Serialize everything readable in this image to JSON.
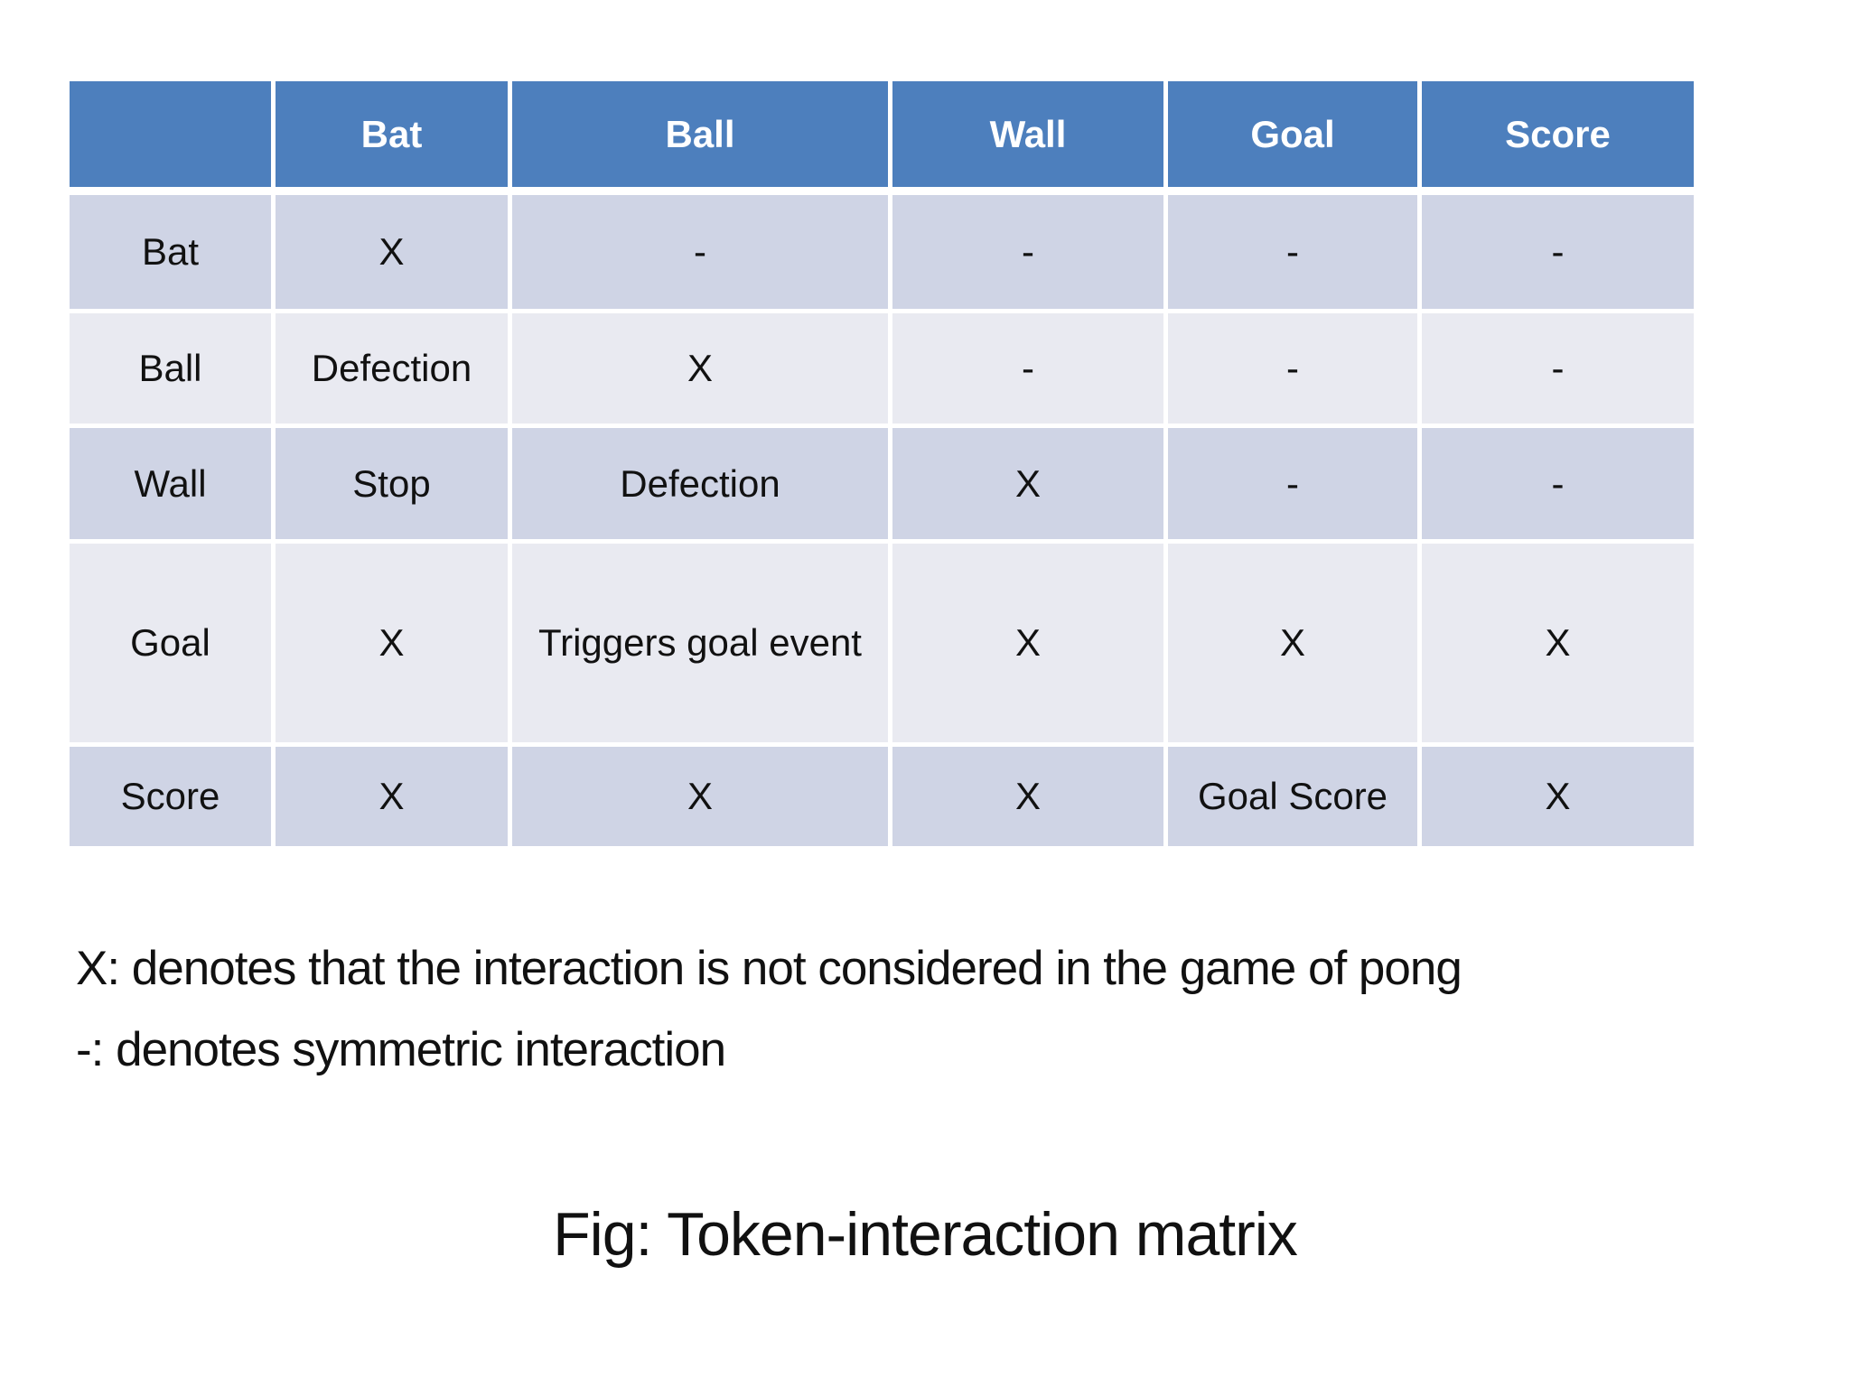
{
  "table": {
    "columns": [
      "",
      "Bat",
      "Ball",
      "Wall",
      "Goal",
      "Score"
    ],
    "rows": [
      {
        "label": "Bat",
        "cells": [
          "X",
          "-",
          "-",
          "-",
          "-"
        ]
      },
      {
        "label": "Ball",
        "cells": [
          "Defection",
          "X",
          "-",
          "-",
          "-"
        ]
      },
      {
        "label": "Wall",
        "cells": [
          "Stop",
          "Defection",
          "X",
          "-",
          "-"
        ]
      },
      {
        "label": "Goal",
        "cells": [
          "X",
          "Triggers goal event",
          "X",
          "X",
          "X"
        ]
      },
      {
        "label": "Score",
        "cells": [
          "X",
          "X",
          "X",
          "Goal Score",
          "X"
        ]
      }
    ]
  },
  "notes": {
    "line1": "X: denotes that the interaction is not considered in the game of pong",
    "line2": "-: denotes symmetric interaction"
  },
  "caption": "Fig: Token-interaction matrix",
  "colors": {
    "header_bg": "#4d7fbd",
    "header_text": "#ffffff",
    "band_dark": "#cfd4e5",
    "band_light": "#e9eaf1",
    "text": "#111111"
  }
}
